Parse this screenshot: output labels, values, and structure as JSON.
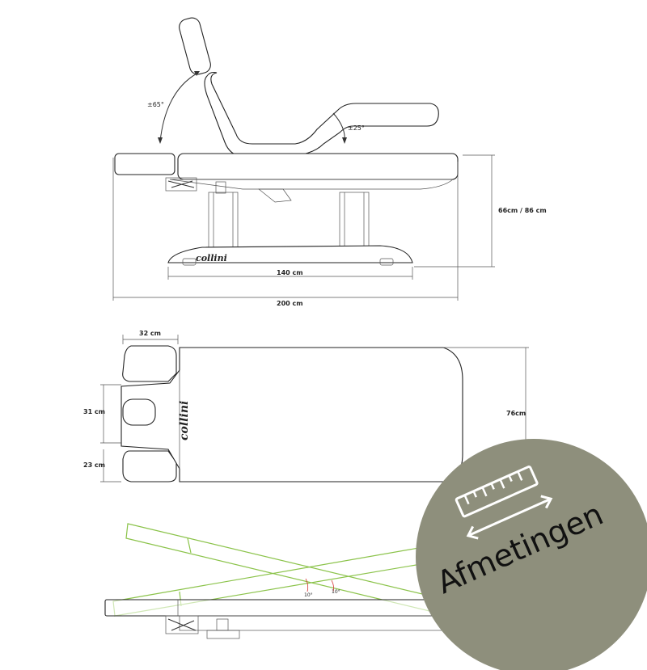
{
  "side_view": {
    "headrest_angle": "±65°",
    "footrest_angle": "±25°",
    "height_label": "66cm / 86 cm",
    "base_length_label": "140 cm",
    "total_length_label": "200 cm",
    "brand": "collini"
  },
  "top_view": {
    "headrest_width_label": "32 cm",
    "width_label": "76cm",
    "face_hole_label": "31 cm",
    "arm_label": "23 cm",
    "brand": "collini"
  },
  "tilt_view": {
    "tilt_angle_left": "10°",
    "tilt_angle_right": "10°"
  },
  "badge": {
    "text": "Afmetingen",
    "color": "#8e8f7c",
    "icon": "ruler-icon"
  },
  "colors": {
    "line": "#333333",
    "tilt_line": "#8bc34a",
    "angle_marker": "#d32f2f"
  }
}
